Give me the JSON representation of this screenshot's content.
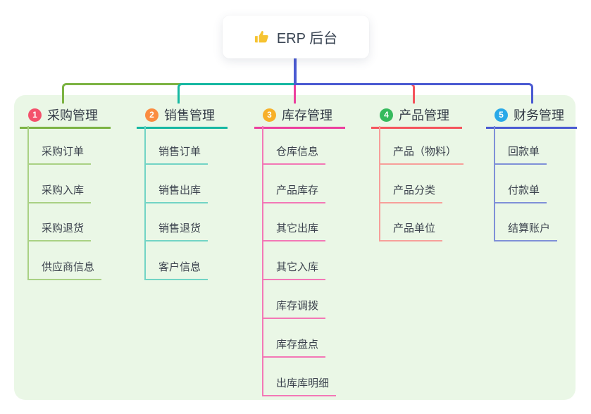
{
  "root": {
    "icon": "thumbs-up",
    "label": "ERP 后台"
  },
  "canvas": {
    "background": "#ffffff",
    "panel_color": "#eaf7e6",
    "root_line_color": "#4a5ad2",
    "icon_color": "#f6c332"
  },
  "branches": [
    {
      "number": "1",
      "title": "采购管理",
      "badge_color": "#f4516c",
      "line_color": "#7cb342",
      "child_line_color": "#a9d184",
      "children": [
        "采购订单",
        "采购入库",
        "采购退货",
        "供应商信息"
      ]
    },
    {
      "number": "2",
      "title": "销售管理",
      "badge_color": "#fb8c40",
      "line_color": "#16b8a2",
      "child_line_color": "#72d4c5",
      "children": [
        "销售订单",
        "销售出库",
        "销售退货",
        "客户信息"
      ]
    },
    {
      "number": "3",
      "title": "库存管理",
      "badge_color": "#f7b029",
      "line_color": "#ec3f9e",
      "child_line_color": "#f378b6",
      "children": [
        "仓库信息",
        "产品库存",
        "其它出库",
        "其它入库",
        "库存调拨",
        "库存盘点",
        "出库库明细"
      ]
    },
    {
      "number": "4",
      "title": "产品管理",
      "badge_color": "#36ba5d",
      "line_color": "#f4545c",
      "child_line_color": "#f79f9a",
      "children": [
        "产品（物料）",
        "产品分类",
        "产品单位"
      ]
    },
    {
      "number": "5",
      "title": "财务管理",
      "badge_color": "#29a9e8",
      "line_color": "#4a5ad2",
      "child_line_color": "#7f90d8",
      "children": [
        "回款单",
        "付款单",
        "结算账户"
      ]
    }
  ]
}
